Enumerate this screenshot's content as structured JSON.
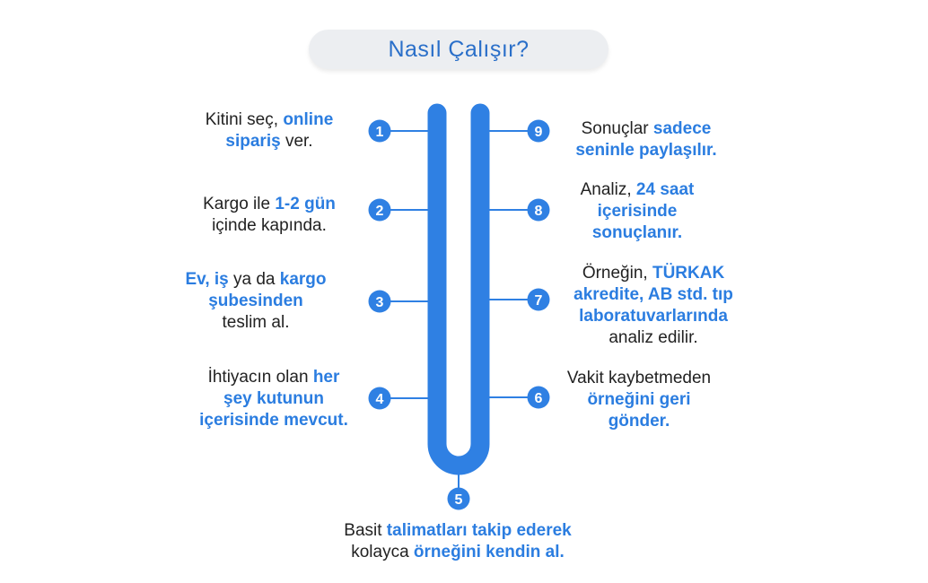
{
  "title": "Nasıl Çalışır?",
  "accent_color": "#2f80e3",
  "steps": [
    {
      "num": "1",
      "lines": [
        [
          {
            "t": "Kitini seç, "
          },
          {
            "t": "online",
            "h": true
          }
        ],
        [
          {
            "t": "sipariş",
            "h": true
          },
          {
            "t": " ver."
          }
        ]
      ]
    },
    {
      "num": "2",
      "lines": [
        [
          {
            "t": "Kargo ile "
          },
          {
            "t": "1-2 gün",
            "h": true
          }
        ],
        [
          {
            "t": "içinde kapında."
          }
        ]
      ]
    },
    {
      "num": "3",
      "lines": [
        [
          {
            "t": "Ev, iş",
            "h": true
          },
          {
            "t": " ya da "
          },
          {
            "t": "kargo",
            "h": true
          }
        ],
        [
          {
            "t": "şubesinden",
            "h": true
          }
        ],
        [
          {
            "t": "teslim al."
          }
        ]
      ]
    },
    {
      "num": "4",
      "lines": [
        [
          {
            "t": "İhtiyacın olan "
          },
          {
            "t": "her",
            "h": true
          }
        ],
        [
          {
            "t": "şey kutunun",
            "h": true
          }
        ],
        [
          {
            "t": "içerisinde mevcut.",
            "h": true
          }
        ]
      ]
    },
    {
      "num": "5",
      "lines": [
        [
          {
            "t": "Basit "
          },
          {
            "t": "talimatları takip ederek",
            "h": true
          }
        ],
        [
          {
            "t": "kolayca "
          },
          {
            "t": "örneğini kendin al.",
            "h": true
          }
        ]
      ]
    },
    {
      "num": "6",
      "lines": [
        [
          {
            "t": "Vakit kaybetmeden"
          }
        ],
        [
          {
            "t": "örneğini geri",
            "h": true
          }
        ],
        [
          {
            "t": "gönder.",
            "h": true
          }
        ]
      ]
    },
    {
      "num": "7",
      "lines": [
        [
          {
            "t": "Örneğin, "
          },
          {
            "t": "TÜRKAK",
            "h": true
          }
        ],
        [
          {
            "t": "akredite, AB std. tıp",
            "h": true
          }
        ],
        [
          {
            "t": "laboratuvarlarında",
            "h": true
          }
        ],
        [
          {
            "t": "analiz edilir."
          }
        ]
      ]
    },
    {
      "num": "8",
      "lines": [
        [
          {
            "t": "Analiz, "
          },
          {
            "t": "24 saat",
            "h": true
          }
        ],
        [
          {
            "t": "içerisinde",
            "h": true
          }
        ],
        [
          {
            "t": "sonuçlanır.",
            "h": true
          }
        ]
      ]
    },
    {
      "num": "9",
      "lines": [
        [
          {
            "t": "Sonuçlar "
          },
          {
            "t": "sadece",
            "h": true
          }
        ],
        [
          {
            "t": "seninle paylaşılır.",
            "h": true
          }
        ]
      ]
    }
  ]
}
